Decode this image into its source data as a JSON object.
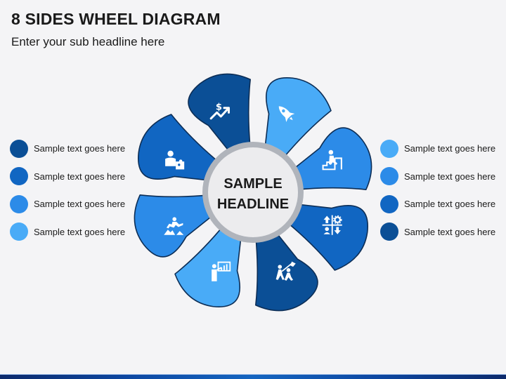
{
  "header": {
    "title": "8 SIDES WHEEL DIAGRAM",
    "subtitle": "Enter your sub headline here"
  },
  "center": {
    "line1": "SAMPLE",
    "line2": "HEADLINE"
  },
  "legend_left": [
    {
      "label": "Sample text goes here",
      "color": "#0b4f96"
    },
    {
      "label": "Sample text goes here",
      "color": "#1166c2"
    },
    {
      "label": "Sample text goes here",
      "color": "#2c8be8"
    },
    {
      "label": "Sample text goes here",
      "color": "#49abf7"
    }
  ],
  "legend_right": [
    {
      "label": "Sample text goes here",
      "color": "#49abf7"
    },
    {
      "label": "Sample text goes here",
      "color": "#2c8be8"
    },
    {
      "label": "Sample text goes here",
      "color": "#1166c2"
    },
    {
      "label": "Sample text goes here",
      "color": "#0b4f96"
    }
  ],
  "segments": [
    {
      "icon": "dollar-growth-icon",
      "color": "#0b4f96"
    },
    {
      "icon": "rocket-icon",
      "color": "#49abf7"
    },
    {
      "icon": "climbing-stairs-icon",
      "color": "#2c8be8"
    },
    {
      "icon": "process-arrows-icon",
      "color": "#1166c2"
    },
    {
      "icon": "team-pulling-icon",
      "color": "#0b4f96"
    },
    {
      "icon": "presentation-icon",
      "color": "#49abf7"
    },
    {
      "icon": "leap-icon",
      "color": "#2c8be8"
    },
    {
      "icon": "puzzle-person-icon",
      "color": "#1166c2"
    }
  ]
}
